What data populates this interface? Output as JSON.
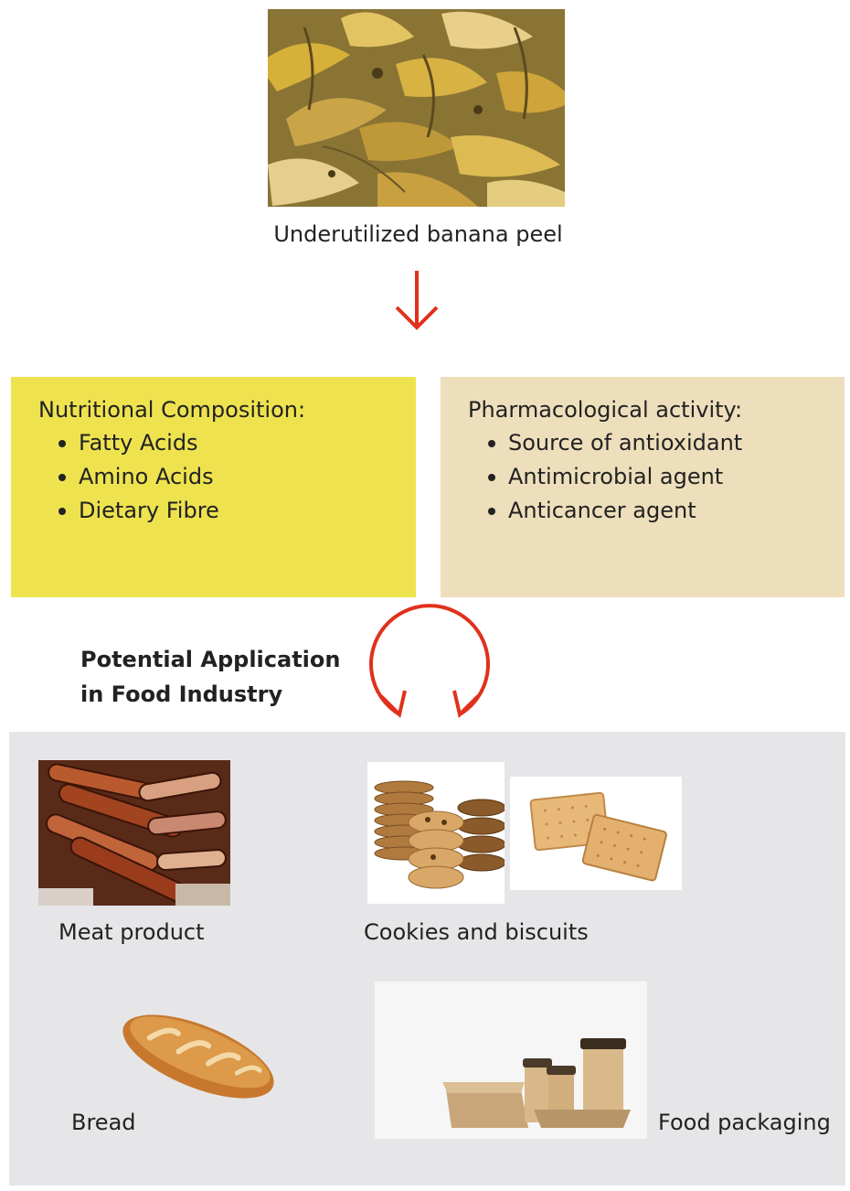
{
  "source": {
    "caption": "Underutilized banana peel",
    "image_icon": "banana-peel-photo"
  },
  "flow_arrow": {
    "icon": "arrow-down-icon",
    "color": "#e0311c"
  },
  "nutrition_box": {
    "title": "Nutritional Composition:",
    "items": [
      "Fatty Acids",
      "Amino Acids",
      "Dietary Fibre"
    ],
    "color": "#eee34f"
  },
  "pharma_box": {
    "title": "Pharmacological activity:",
    "items": [
      "Source of antioxidant",
      "Antimicrobial agent",
      "Anticancer agent"
    ],
    "color": "#eedfbc"
  },
  "application": {
    "title_line1": "Potential Application",
    "title_line2": "in Food Industry",
    "cycle_icon": "cycle-arrow-icon",
    "panel_color": "#e6e6e8",
    "products": {
      "meat": "Meat product",
      "cookies": "Cookies and biscuits",
      "bread": "Bread",
      "packaging": "Food packaging"
    }
  }
}
